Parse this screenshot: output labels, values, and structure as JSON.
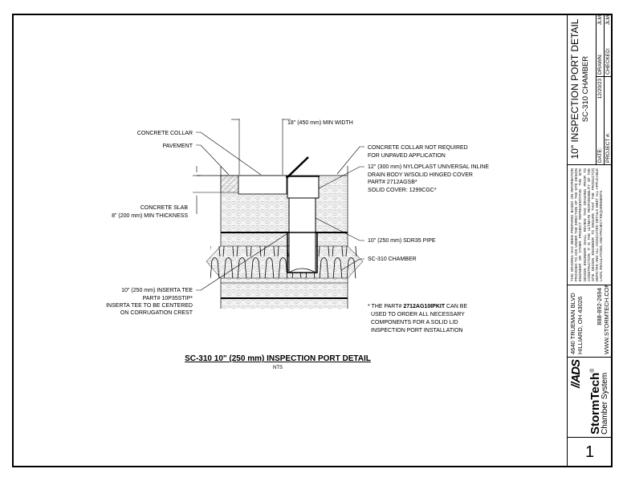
{
  "drawing": {
    "title": "SC-310 10\" (250 mm) INSPECTION PORT DETAIL",
    "scale": "NTS",
    "labels": {
      "min_width": "18\" (450 mm) MIN WIDTH",
      "concrete_collar": "CONCRETE COLLAR",
      "pavement": "PAVEMENT",
      "slab": [
        "CONCRETE SLAB",
        "8\" (200 mm) MIN THICKNESS"
      ],
      "collar_not_required": [
        "CONCRETE COLLAR NOT REQUIRED",
        "FOR UNPAVED APPLICATION"
      ],
      "drain_body": [
        "12\" (300 mm) NYLOPLAST UNIVERSAL INLINE",
        "DRAIN BODY W/SOLID HINGED COVER",
        "PART# 2712AGSB*",
        "SOLID COVER: 1299CGC*"
      ],
      "pipe": "10\" (250 mm) SDR35 PIPE",
      "chamber": "SC-310 CHAMBER",
      "inserta_tee": [
        "10\" (250 mm) INSERTA TEE",
        "PART# 10P35STIP*",
        "INSERTA TEE TO BE CENTERED",
        "ON CORRUGATION CREST"
      ],
      "footnote": {
        "prefix": "* THE PART# ",
        "part": "2712AG10IPKIT",
        "suffix": " CAN BE",
        "lines": [
          "USED TO ORDER ALL NECESSARY",
          "COMPONENTS FOR A SOLID LID",
          "INSPECTION PORT INSTALLATION"
        ]
      }
    }
  },
  "title_block": {
    "title": "10\" INSPECTION PORT DETAIL",
    "subtitle": "SC-310 CHAMBER",
    "date_label": "DATE:",
    "date": "12/20/23",
    "drawn_label": "DRAWN:",
    "drawn": "JLM",
    "project_label": "PROJECT #:",
    "project": "",
    "checked_label": "CHECKED:",
    "checked": "JLM",
    "disclaimer": "THIS DRAWING HAS BEEN PREPARED BASED ON INFORMATION PROVIDED TO ADS UNDER THE DIRECTION OF THE SITE DESIGN ENGINEER OR OTHER PROJECT REPRESENTATIVE. THE SITE DESIGN ENGINEER SHALL REVIEW THIS DRAWING PRIOR TO CONSTRUCTION. IT IS THE ULTIMATE RESPONSIBILITY OF THE SITE DESIGN ENGINEER TO ENSURE THAT THE PRODUCT(S) DEPICTED AND ALL ASSOCIATED DETAILS MEET ALL APPLICABLE LAWS, REGULATIONS, AND PROJECT REQUIREMENTS.",
    "address": [
      "4640 TRUEMAN BLVD",
      "HILLIARD, OH 43026"
    ],
    "phone": "888-892-2694",
    "website": "WWW.STORMTECH.COM",
    "logo": "ADS",
    "brand": "StormTech",
    "brand_mark": "®",
    "brand_sub": "Chamber System",
    "sheet": "1"
  }
}
